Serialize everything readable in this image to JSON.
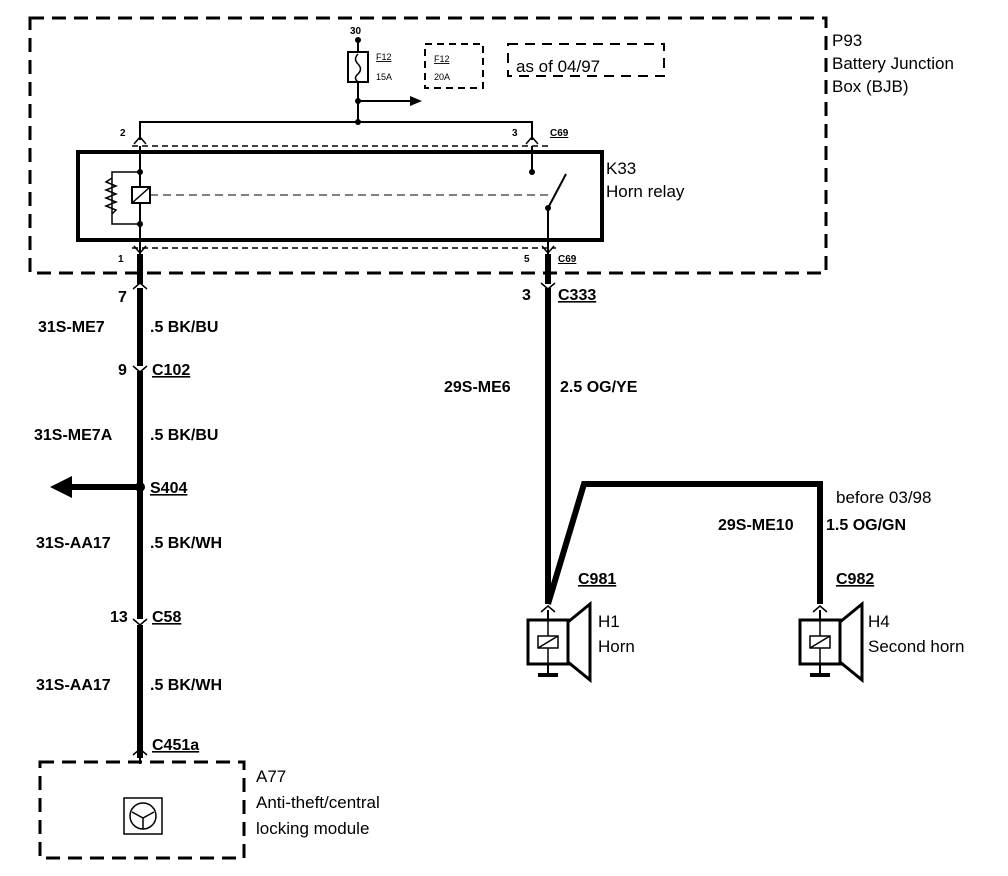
{
  "components": {
    "bjb": {
      "ref": "P93",
      "line1": "Battery Junction",
      "line2": "Box (BJB)"
    },
    "relay": {
      "ref": "K33",
      "name": "Horn relay"
    },
    "horn1": {
      "ref": "H1",
      "name": "Horn"
    },
    "horn2": {
      "ref": "H4",
      "name": "Second horn"
    },
    "module": {
      "ref": "A77",
      "line1": "Anti-theft/central",
      "line2": "locking module"
    }
  },
  "fuses": {
    "f1": {
      "ref": "F12",
      "rating": "15A"
    },
    "f2": {
      "ref": "F12",
      "rating": "20A"
    },
    "note": "as of  04/97",
    "supply_pin": "30"
  },
  "relay_pins": {
    "p2": "2",
    "p3": "3",
    "p1": "1",
    "p5": "5",
    "connector_top": "C69",
    "connector_bottom": "C69"
  },
  "connectors": {
    "c333": {
      "pin": "3",
      "name": "C333"
    },
    "c102": {
      "pin": "9",
      "name": "C102"
    },
    "c58": {
      "pin": "13",
      "name": "C58"
    },
    "left_top": {
      "pin": "7"
    },
    "s404": {
      "name": "S404"
    },
    "c451a": {
      "name": "C451a"
    },
    "c981": {
      "name": "C981"
    },
    "c982": {
      "name": "C982"
    }
  },
  "wires": {
    "w1": {
      "circuit": "31S-ME7",
      "spec": ".5 BK/BU"
    },
    "w2": {
      "circuit": "31S-ME7A",
      "spec": ".5 BK/BU"
    },
    "w3": {
      "circuit": "31S-AA17",
      "spec": ".5 BK/WH"
    },
    "w4": {
      "circuit": "31S-AA17",
      "spec": ".5 BK/WH"
    },
    "w5": {
      "circuit": "29S-ME6",
      "spec": "2.5 OG/YE"
    },
    "w6": {
      "circuit": "29S-ME10",
      "spec": "1.5 OG/GN",
      "note": "before 03/98"
    }
  }
}
